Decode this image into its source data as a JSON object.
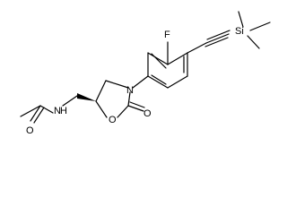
{
  "diagram": {
    "background": "#ffffff",
    "stroke_color": "#000000",
    "atoms": {
      "fluorine": "F",
      "silicon": "Si",
      "ring_nitrogen": "N",
      "ring_oxygen": "O",
      "carbonyl_oxygen": "O",
      "amide_nitrogen": "N",
      "amide_hydrogen": "H",
      "acetyl_oxygen": "O"
    }
  }
}
